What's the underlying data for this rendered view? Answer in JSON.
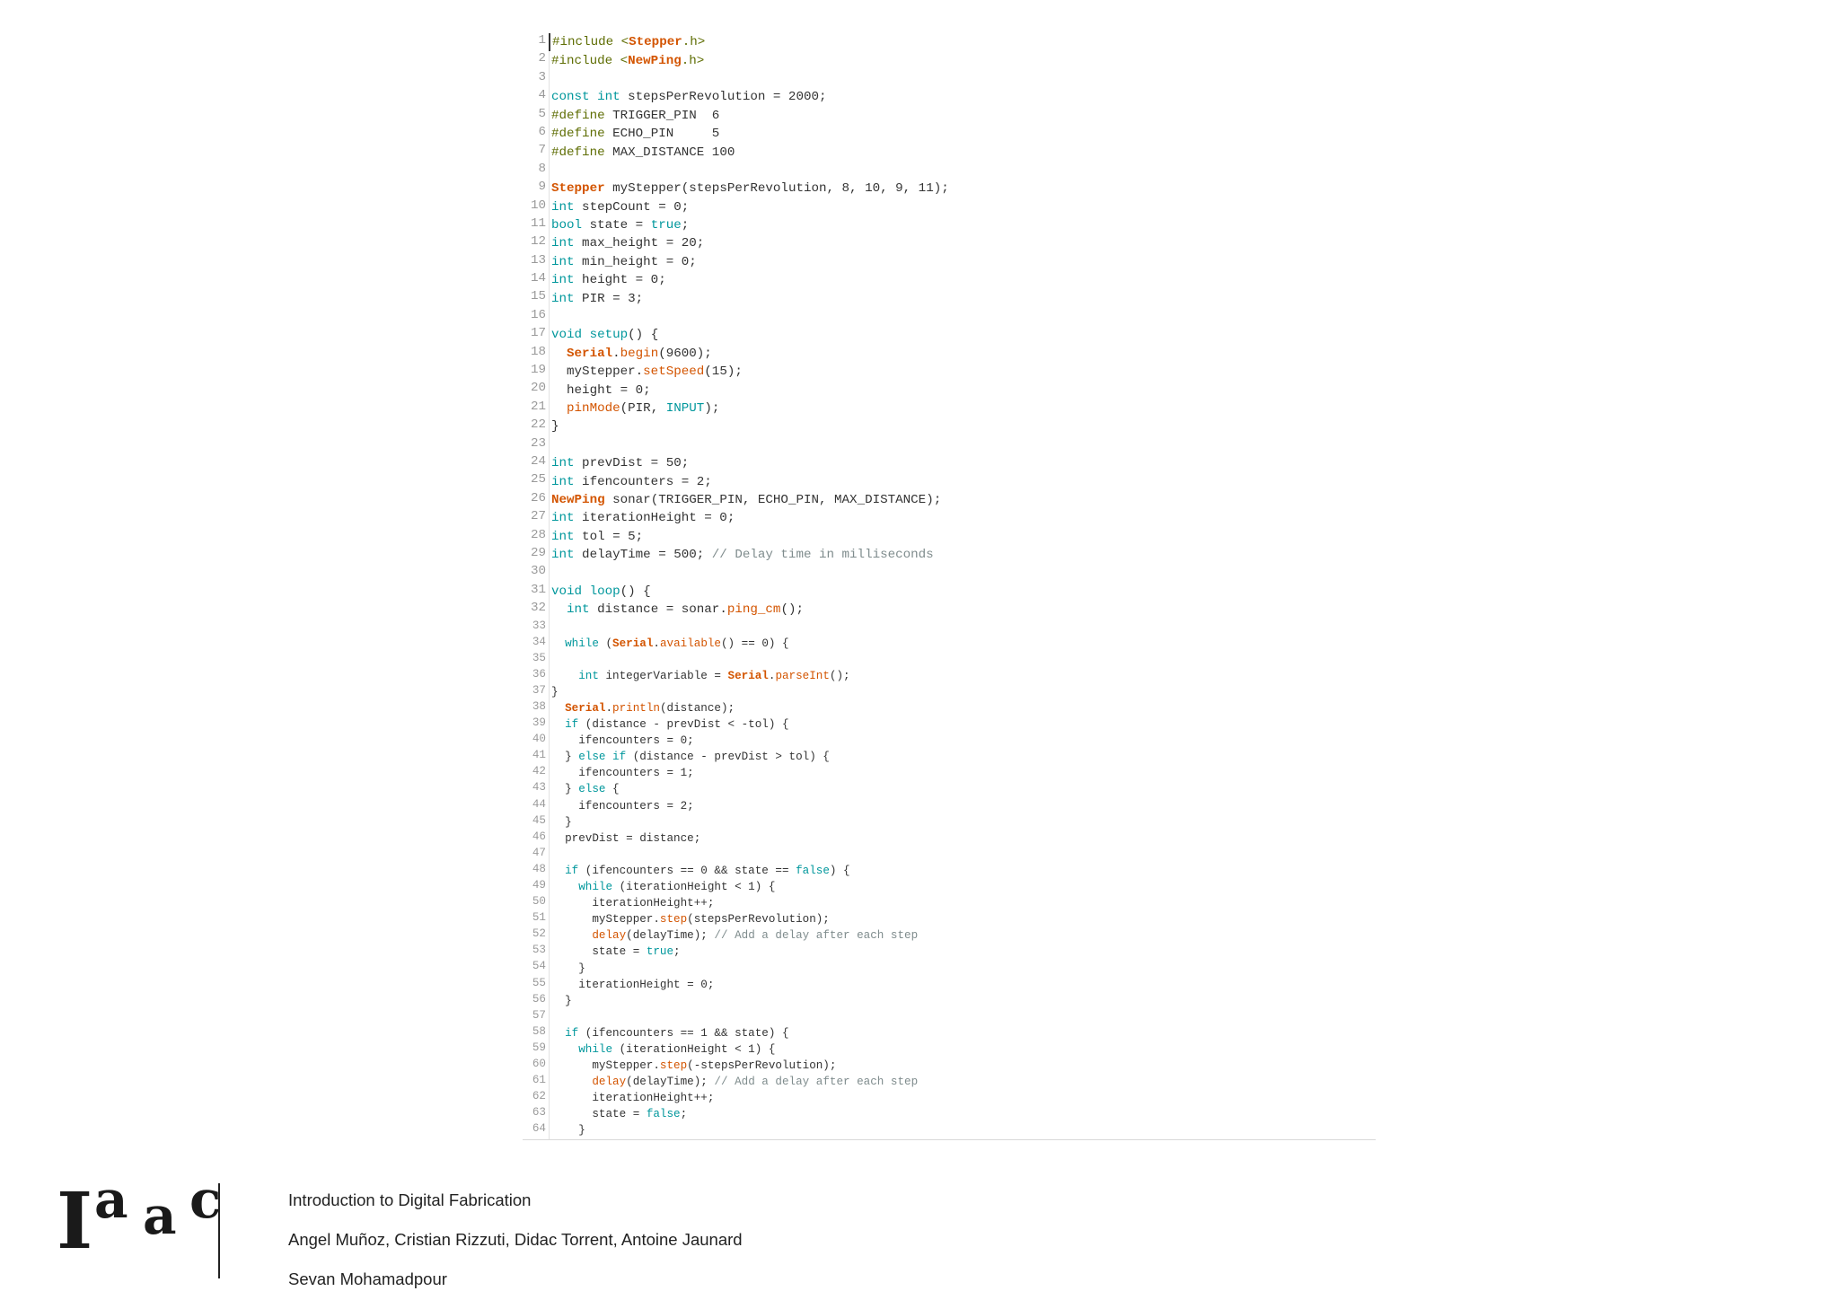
{
  "editor": {
    "lines": [
      [
        {
          "t": "pp",
          "s": "#include <"
        },
        {
          "t": "cls",
          "s": "Stepper"
        },
        {
          "t": "pp",
          "s": ".h>"
        }
      ],
      [
        {
          "t": "pp",
          "s": "#include <"
        },
        {
          "t": "cls",
          "s": "NewPing"
        },
        {
          "t": "pp",
          "s": ".h>"
        }
      ],
      [],
      [
        {
          "t": "kw",
          "s": "const int"
        },
        {
          "t": "plain",
          "s": " stepsPerRevolution = 2000;"
        }
      ],
      [
        {
          "t": "pp",
          "s": "#define"
        },
        {
          "t": "plain",
          "s": " TRIGGER_PIN  6"
        }
      ],
      [
        {
          "t": "pp",
          "s": "#define"
        },
        {
          "t": "plain",
          "s": " ECHO_PIN     5"
        }
      ],
      [
        {
          "t": "pp",
          "s": "#define"
        },
        {
          "t": "plain",
          "s": " MAX_DISTANCE 100"
        }
      ],
      [],
      [
        {
          "t": "cls",
          "s": "Stepper"
        },
        {
          "t": "plain",
          "s": " myStepper(stepsPerRevolution, 8, 10, 9, 11);"
        }
      ],
      [
        {
          "t": "kw",
          "s": "int"
        },
        {
          "t": "plain",
          "s": " stepCount = 0;"
        }
      ],
      [
        {
          "t": "kw",
          "s": "bool"
        },
        {
          "t": "plain",
          "s": " state = "
        },
        {
          "t": "kw",
          "s": "true"
        },
        {
          "t": "plain",
          "s": ";"
        }
      ],
      [
        {
          "t": "kw",
          "s": "int"
        },
        {
          "t": "plain",
          "s": " max_height = 20;"
        }
      ],
      [
        {
          "t": "kw",
          "s": "int"
        },
        {
          "t": "plain",
          "s": " min_height = 0;"
        }
      ],
      [
        {
          "t": "kw",
          "s": "int"
        },
        {
          "t": "plain",
          "s": " height = 0;"
        }
      ],
      [
        {
          "t": "kw",
          "s": "int"
        },
        {
          "t": "plain",
          "s": " PIR = 3;"
        }
      ],
      [],
      [
        {
          "t": "kw",
          "s": "void"
        },
        {
          "t": "plain",
          "s": " "
        },
        {
          "t": "kw",
          "s": "setup"
        },
        {
          "t": "plain",
          "s": "() {"
        }
      ],
      [
        {
          "t": "plain",
          "s": "  "
        },
        {
          "t": "cls",
          "s": "Serial"
        },
        {
          "t": "plain",
          "s": "."
        },
        {
          "t": "fn",
          "s": "begin"
        },
        {
          "t": "plain",
          "s": "(9600);"
        }
      ],
      [
        {
          "t": "plain",
          "s": "  myStepper."
        },
        {
          "t": "fn",
          "s": "setSpeed"
        },
        {
          "t": "plain",
          "s": "(15);"
        }
      ],
      [
        {
          "t": "plain",
          "s": "  height = 0;"
        }
      ],
      [
        {
          "t": "plain",
          "s": "  "
        },
        {
          "t": "fn",
          "s": "pinMode"
        },
        {
          "t": "plain",
          "s": "(PIR, "
        },
        {
          "t": "kw",
          "s": "INPUT"
        },
        {
          "t": "plain",
          "s": ");"
        }
      ],
      [
        {
          "t": "plain",
          "s": "}"
        }
      ],
      [],
      [
        {
          "t": "kw",
          "s": "int"
        },
        {
          "t": "plain",
          "s": " prevDist = 50;"
        }
      ],
      [
        {
          "t": "kw",
          "s": "int"
        },
        {
          "t": "plain",
          "s": " ifencounters = 2;"
        }
      ],
      [
        {
          "t": "cls",
          "s": "NewPing"
        },
        {
          "t": "plain",
          "s": " sonar(TRIGGER_PIN, ECHO_PIN, MAX_DISTANCE);"
        }
      ],
      [
        {
          "t": "kw",
          "s": "int"
        },
        {
          "t": "plain",
          "s": " iterationHeight = 0;"
        }
      ],
      [
        {
          "t": "kw",
          "s": "int"
        },
        {
          "t": "plain",
          "s": " tol = 5;"
        }
      ],
      [
        {
          "t": "kw",
          "s": "int"
        },
        {
          "t": "plain",
          "s": " delayTime = 500; "
        },
        {
          "t": "cm",
          "s": "// Delay time in milliseconds"
        }
      ],
      [],
      [
        {
          "t": "kw",
          "s": "void"
        },
        {
          "t": "plain",
          "s": " "
        },
        {
          "t": "kw",
          "s": "loop"
        },
        {
          "t": "plain",
          "s": "() {"
        }
      ],
      [
        {
          "t": "plain",
          "s": "  "
        },
        {
          "t": "kw",
          "s": "int"
        },
        {
          "t": "plain",
          "s": " distance = sonar."
        },
        {
          "t": "fn",
          "s": "ping_cm"
        },
        {
          "t": "plain",
          "s": "();"
        }
      ],
      [],
      [
        {
          "t": "plain",
          "s": "  "
        },
        {
          "t": "kw",
          "s": "while"
        },
        {
          "t": "plain",
          "s": " ("
        },
        {
          "t": "cls",
          "s": "Serial"
        },
        {
          "t": "plain",
          "s": "."
        },
        {
          "t": "fn",
          "s": "available"
        },
        {
          "t": "plain",
          "s": "() == 0) {"
        }
      ],
      [],
      [
        {
          "t": "plain",
          "s": "    "
        },
        {
          "t": "kw",
          "s": "int"
        },
        {
          "t": "plain",
          "s": " integerVariable = "
        },
        {
          "t": "cls",
          "s": "Serial"
        },
        {
          "t": "plain",
          "s": "."
        },
        {
          "t": "fn",
          "s": "parseInt"
        },
        {
          "t": "plain",
          "s": "();"
        }
      ],
      [
        {
          "t": "plain",
          "s": "}"
        }
      ],
      [
        {
          "t": "plain",
          "s": "  "
        },
        {
          "t": "cls",
          "s": "Serial"
        },
        {
          "t": "plain",
          "s": "."
        },
        {
          "t": "fn",
          "s": "println"
        },
        {
          "t": "plain",
          "s": "(distance);"
        }
      ],
      [
        {
          "t": "plain",
          "s": "  "
        },
        {
          "t": "kw",
          "s": "if"
        },
        {
          "t": "plain",
          "s": " (distance - prevDist < -tol) {"
        }
      ],
      [
        {
          "t": "plain",
          "s": "    ifencounters = 0;"
        }
      ],
      [
        {
          "t": "plain",
          "s": "  } "
        },
        {
          "t": "kw",
          "s": "else if"
        },
        {
          "t": "plain",
          "s": " (distance - prevDist > tol) {"
        }
      ],
      [
        {
          "t": "plain",
          "s": "    ifencounters = 1;"
        }
      ],
      [
        {
          "t": "plain",
          "s": "  } "
        },
        {
          "t": "kw",
          "s": "else"
        },
        {
          "t": "plain",
          "s": " {"
        }
      ],
      [
        {
          "t": "plain",
          "s": "    ifencounters = 2;"
        }
      ],
      [
        {
          "t": "plain",
          "s": "  }"
        }
      ],
      [
        {
          "t": "plain",
          "s": "  prevDist = distance;"
        }
      ],
      [],
      [
        {
          "t": "plain",
          "s": "  "
        },
        {
          "t": "kw",
          "s": "if"
        },
        {
          "t": "plain",
          "s": " (ifencounters == 0 && state == "
        },
        {
          "t": "kw",
          "s": "false"
        },
        {
          "t": "plain",
          "s": ") {"
        }
      ],
      [
        {
          "t": "plain",
          "s": "    "
        },
        {
          "t": "kw",
          "s": "while"
        },
        {
          "t": "plain",
          "s": " (iterationHeight < 1) {"
        }
      ],
      [
        {
          "t": "plain",
          "s": "      iterationHeight++;"
        }
      ],
      [
        {
          "t": "plain",
          "s": "      myStepper."
        },
        {
          "t": "fn",
          "s": "step"
        },
        {
          "t": "plain",
          "s": "(stepsPerRevolution);"
        }
      ],
      [
        {
          "t": "plain",
          "s": "      "
        },
        {
          "t": "fn",
          "s": "delay"
        },
        {
          "t": "plain",
          "s": "(delayTime); "
        },
        {
          "t": "cm",
          "s": "// Add a delay after each step"
        }
      ],
      [
        {
          "t": "plain",
          "s": "      state = "
        },
        {
          "t": "kw",
          "s": "true"
        },
        {
          "t": "plain",
          "s": ";"
        }
      ],
      [
        {
          "t": "plain",
          "s": "    }"
        }
      ],
      [
        {
          "t": "plain",
          "s": "    iterationHeight = 0;"
        }
      ],
      [
        {
          "t": "plain",
          "s": "  }"
        }
      ],
      [],
      [
        {
          "t": "plain",
          "s": "  "
        },
        {
          "t": "kw",
          "s": "if"
        },
        {
          "t": "plain",
          "s": " (ifencounters == 1 && state) {"
        }
      ],
      [
        {
          "t": "plain",
          "s": "    "
        },
        {
          "t": "kw",
          "s": "while"
        },
        {
          "t": "plain",
          "s": " (iterationHeight < 1) {"
        }
      ],
      [
        {
          "t": "plain",
          "s": "      myStepper."
        },
        {
          "t": "fn",
          "s": "step"
        },
        {
          "t": "plain",
          "s": "(-stepsPerRevolution);"
        }
      ],
      [
        {
          "t": "plain",
          "s": "      "
        },
        {
          "t": "fn",
          "s": "delay"
        },
        {
          "t": "plain",
          "s": "(delayTime); "
        },
        {
          "t": "cm",
          "s": "// Add a delay after each step"
        }
      ],
      [
        {
          "t": "plain",
          "s": "      iterationHeight++;"
        }
      ],
      [
        {
          "t": "plain",
          "s": "      state = "
        },
        {
          "t": "kw",
          "s": "false"
        },
        {
          "t": "plain",
          "s": ";"
        }
      ],
      [
        {
          "t": "plain",
          "s": "    }"
        }
      ]
    ]
  },
  "footer": {
    "logo_text": "Iaac",
    "course": "Introduction to Digital Fabrication",
    "instructors": "Angel Muñoz, Cristian Rizzuti, Didac Torrent, Antoine Jaunard",
    "student": "Sevan Mohamadpour"
  },
  "colors": {
    "preprocessor": "#5e6d03",
    "class": "#d35400",
    "keyword": "#00979c",
    "function": "#d35400",
    "comment": "#7f8c8d"
  }
}
